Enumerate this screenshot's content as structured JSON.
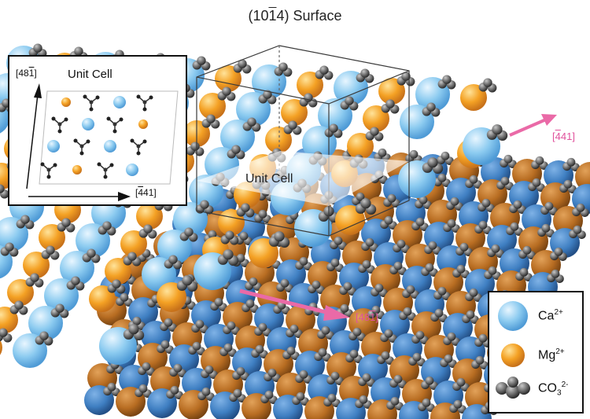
{
  "title": {
    "prefix": "(10",
    "bar_digit": "1",
    "suffix": "4) Surface"
  },
  "inset": {
    "title": "Unit Cell",
    "up_direction": {
      "open": "[48",
      "bar_digit": "1",
      "close": "]"
    },
    "right_direction": {
      "open": "[",
      "bar_digit": "4",
      "close": "41]"
    }
  },
  "plane_label": "Unit Cell",
  "arrow_labels": {
    "upper_right": {
      "open": "[",
      "bar_digit": "4",
      "close": "41]"
    },
    "middle": {
      "open": "[48",
      "bar_digit": "1",
      "close": "]"
    }
  },
  "legend": {
    "items": [
      {
        "base": "Ca",
        "sup": "2+",
        "sub": ""
      },
      {
        "base": "Mg",
        "sup": "2+",
        "sub": ""
      },
      {
        "base": "CO",
        "sub": "3",
        "sup": "2-"
      }
    ]
  },
  "colors": {
    "ca": "#8ccbf0",
    "ca_dark": "#3f83c6",
    "mg": "#f4a124",
    "mg_dark": "#c77b22",
    "carbonate": "#4c4c4c",
    "arrow": "#ea6aa7"
  },
  "icons": [
    "ca-ion-icon",
    "mg-ion-icon",
    "carbonate-icon",
    "direction-arrow-icon"
  ]
}
